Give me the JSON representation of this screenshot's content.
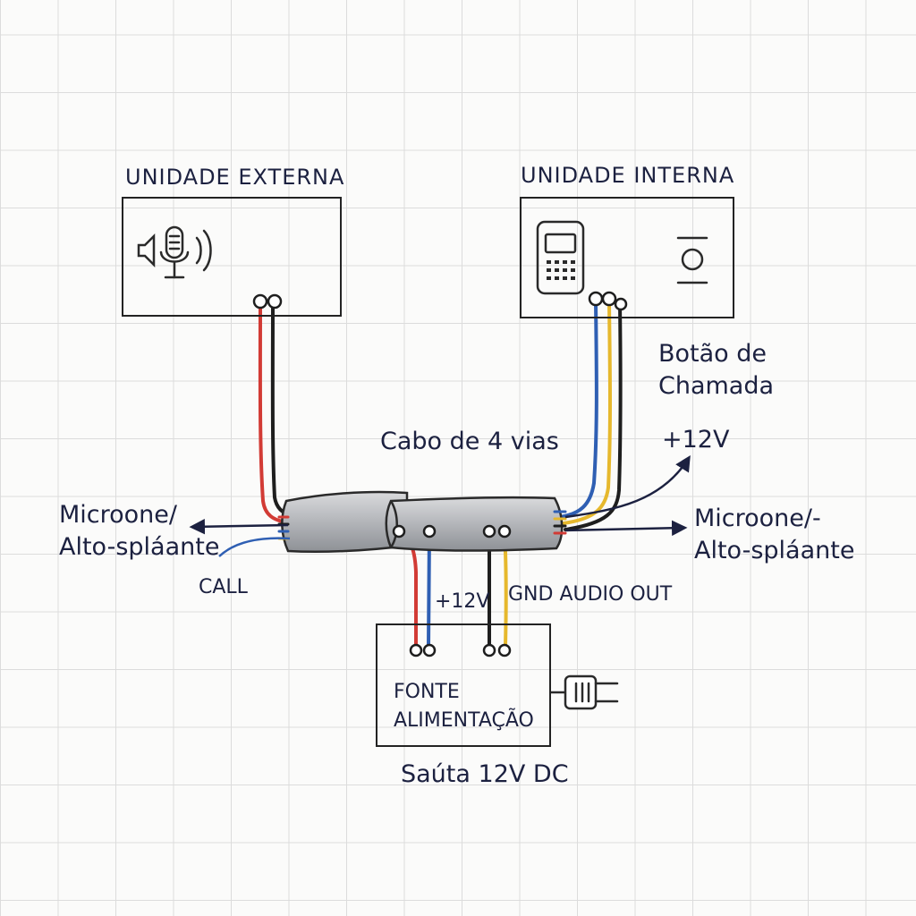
{
  "external_unit": {
    "title": "UNIDADE EXTERNA"
  },
  "internal_unit": {
    "title": "UNIDADE INTERNA",
    "button_label": "Botão de Chamada"
  },
  "cable": {
    "label": "Cabo de 4 vias"
  },
  "left_signals": {
    "mic_speaker": "Microone/ Alto-spláante",
    "call": "CALL"
  },
  "right_signals": {
    "plus12v": "+12V",
    "mic_speaker": "Microone/- Alto-spláante"
  },
  "power_supply": {
    "title": "FONTE ALIMENTAÇÃO",
    "terminal_plus12v": "+12V",
    "terminal_gnd_audio": "GND AUDIO OUT",
    "output_label": "Saútа 12V DC"
  },
  "colors": {
    "red": "#d23b35",
    "black": "#1e1e1e",
    "blue": "#2f5fb3",
    "yellow": "#e6b82d",
    "cable": "#b9bcc1",
    "ink": "#1c2140"
  },
  "icons": [
    "microphone-icon",
    "speaker-icon",
    "sound-waves-icon",
    "handset-icon",
    "call-button-icon",
    "power-plug-icon"
  ]
}
